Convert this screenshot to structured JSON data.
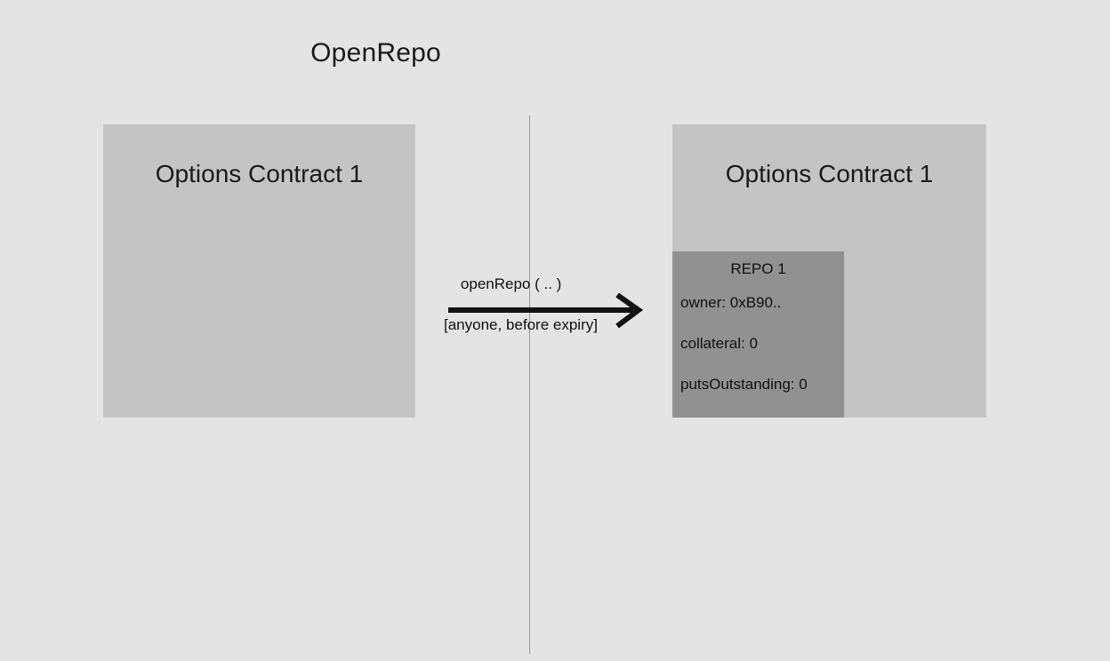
{
  "diagram": {
    "title": "OpenRepo",
    "background_color": "#e4e4e4",
    "box_color": "#c4c4c4",
    "repo_box_color": "#919191",
    "divider_color": "#9a9a9a",
    "text_color": "#111111"
  },
  "left_panel": {
    "contract": {
      "title": "Options Contract 1"
    }
  },
  "right_panel": {
    "contract": {
      "title": "Options Contract 1"
    },
    "repo": {
      "title": "REPO 1",
      "fields": [
        "owner: 0xB90..",
        "collateral: 0",
        "putsOutstanding: 0"
      ]
    }
  },
  "transition": {
    "function_label": "openRepo ( .. )",
    "permission_label": "[anyone, before expiry]",
    "arrow_direction": "right"
  }
}
